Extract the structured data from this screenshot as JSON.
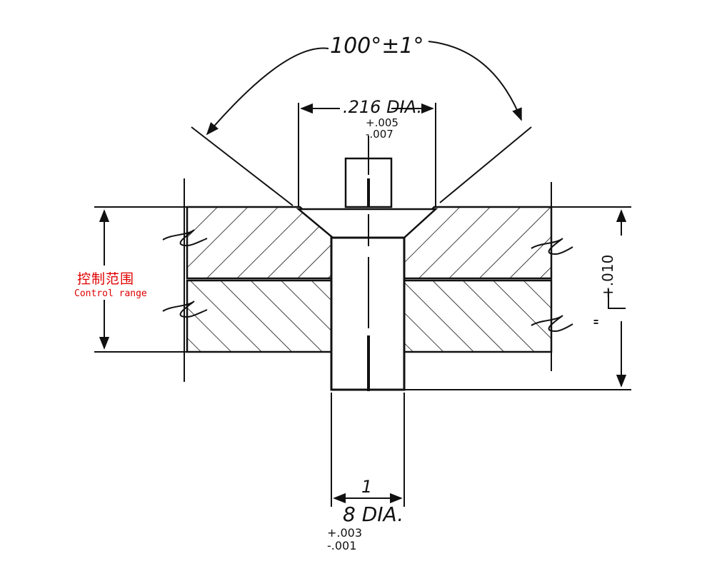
{
  "dimensions": {
    "angle": "100°±1°",
    "head_dia": ".216 DIA.",
    "head_tol_plus": "+.005",
    "head_tol_minus": "-.007",
    "shank_num": "1",
    "shank_dia": "8 DIA.",
    "shank_tol_plus": "+.003",
    "shank_tol_minus": "-.001",
    "length_tol": "+.010",
    "length_prefix": "\""
  },
  "annotation": {
    "label_cn": "控制范围",
    "label_en": "Control range",
    "color": "#e00000"
  }
}
